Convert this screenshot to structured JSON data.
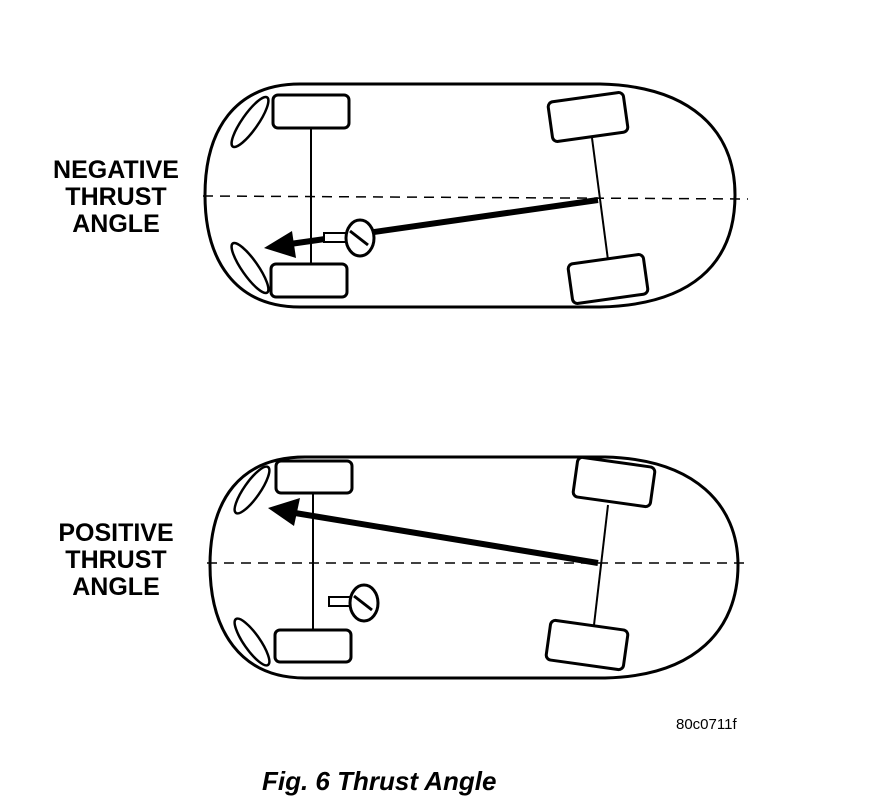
{
  "figure": {
    "caption": "Fig. 6 Thrust Angle",
    "code": "80c0711f"
  },
  "panels": [
    {
      "label_lines": [
        "NEGATIVE",
        "THRUST",
        "ANGLE"
      ]
    },
    {
      "label_lines": [
        "POSITIVE",
        "THRUST",
        "ANGLE"
      ]
    }
  ]
}
